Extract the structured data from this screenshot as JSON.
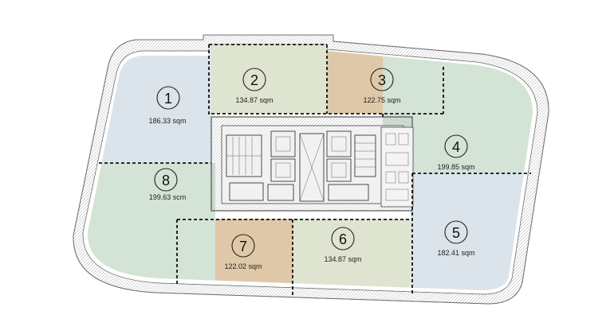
{
  "colors": {
    "blue": "#dbe4ea",
    "green": "#d3e3d6",
    "olive": "#dfe4d1",
    "tan": "#dfc8a8",
    "core": "#ebebeb",
    "outline": "#555555"
  },
  "units": [
    {
      "id": "1",
      "number": "1",
      "area": "186.33 sqm",
      "color": "blue"
    },
    {
      "id": "2",
      "number": "2",
      "area": "134.87 sqm",
      "color": "olive"
    },
    {
      "id": "3",
      "number": "3",
      "area": "122.75 sqm",
      "color": "tan"
    },
    {
      "id": "4",
      "number": "4",
      "area": "199.85 sqm",
      "color": "green"
    },
    {
      "id": "5",
      "number": "5",
      "area": "182.41 sqm",
      "color": "blue"
    },
    {
      "id": "6",
      "number": "6",
      "area": "134.87 sqm",
      "color": "olive"
    },
    {
      "id": "7",
      "number": "7",
      "area": "122.02 sqm",
      "color": "tan"
    },
    {
      "id": "8",
      "number": "8",
      "area": "199.63 scm",
      "color": "green"
    }
  ]
}
